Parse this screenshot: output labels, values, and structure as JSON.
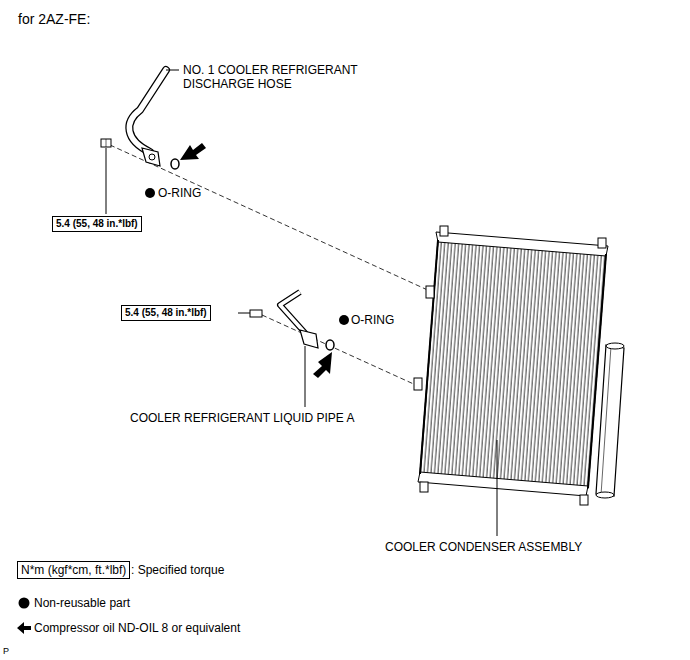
{
  "diagram": {
    "title": "for 2AZ-FE:",
    "nodes": [
      {
        "text": [
          "5.4 (55, 48 in.*lbf)"
        ]
      },
      {
        "text": [
          "5.4 (55, 48 in.*lbf)"
        ]
      },
      {
        "text": [
          "N*m (kgf*cm, ft.*lbf)"
        ]
      }
    ],
    "labels": [
      "NO. 1 COOLER REFRIGERANT DISCHARGE HOSE",
      "O-RING",
      "O-RING",
      "COOLER REFRIGERANT LIQUID PIPE A",
      "COOLER CONDENSER ASSEMBLY",
      "P"
    ],
    "legend": [
      {
        "text": ": Specified torque"
      },
      {
        "text": "Non-reusable part"
      },
      {
        "text": "Compressor oil ND-OIL 8 or equivalent"
      }
    ]
  }
}
